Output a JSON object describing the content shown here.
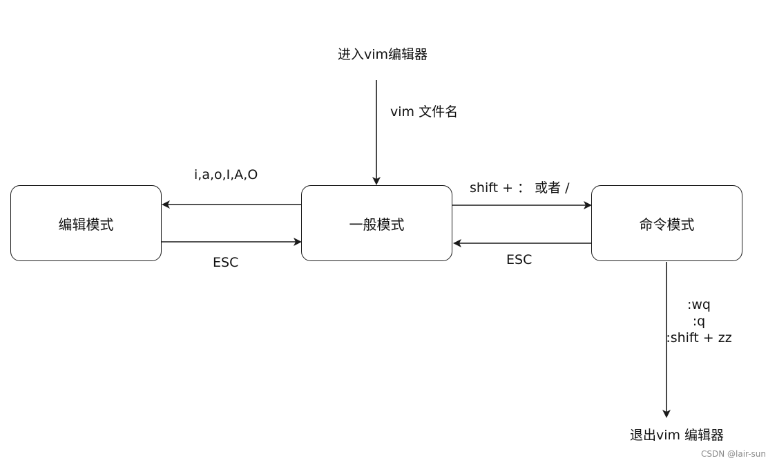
{
  "nodes": {
    "edit_mode": "编辑模式",
    "normal_mode": "一般模式",
    "command_mode": "命令模式"
  },
  "labels": {
    "enter": "进入vim编辑器",
    "open_cmd": "vim  文件名",
    "to_edit": "i,a,o,I,A,O",
    "edit_to_normal": "ESC",
    "to_command": "shift + ：  或者 /",
    "command_to_normal": "ESC",
    "exit_cmds": [
      ":wq",
      ":q",
      ":shift + zz"
    ],
    "exit": "退出vim 编辑器"
  },
  "watermark": "CSDN @lair-sun"
}
